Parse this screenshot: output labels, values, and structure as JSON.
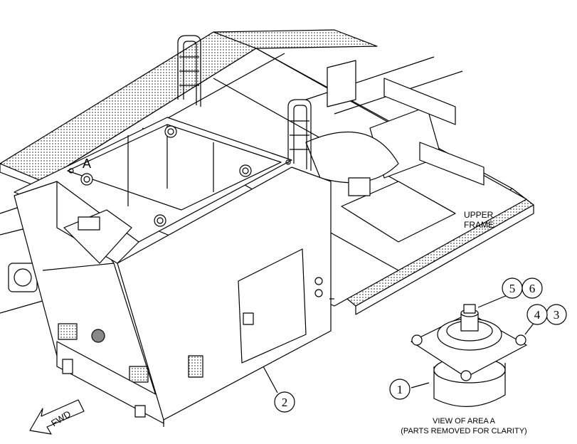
{
  "labels": {
    "area_marker": "A",
    "upper_frame_line1": "UPPER",
    "upper_frame_line2": "FRAME",
    "view_line1": "VIEW OF AREA A",
    "view_line2": "(PARTS REMOVED FOR CLARITY)",
    "fwd": "FWD"
  },
  "callouts": [
    "1",
    "2",
    "3",
    "4",
    "5",
    "6"
  ],
  "colors": {
    "line": "#000000",
    "background": "#ffffff",
    "hatch": "#555555"
  }
}
